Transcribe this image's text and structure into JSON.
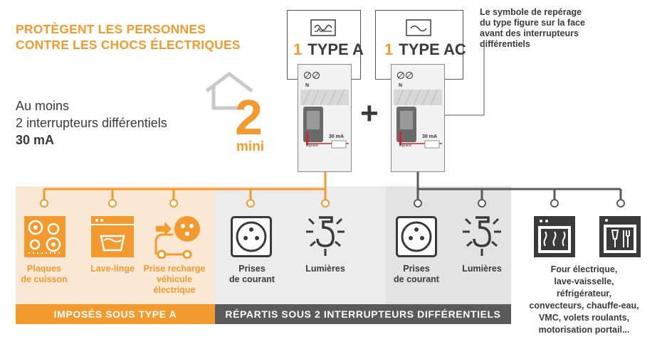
{
  "headline": {
    "line1": "PROTÈGENT LES PERSONNES",
    "line2": "CONTRE LES CHOCS ÉLECTRIQUES"
  },
  "subtitle": {
    "line1": "Au moins",
    "line2": "2 interrupteurs différentiels",
    "line3": "30 mA"
  },
  "count": {
    "number": "2",
    "unit": "mini"
  },
  "note": {
    "line1": "Le symbole de repérage",
    "line2": "du type figure sur la face",
    "line3": "avant des interrupteurs",
    "line4": "différentiels"
  },
  "breakers": [
    {
      "quantity": "1",
      "type": "TYPE A",
      "rating": "30 mA",
      "brand": "legrand",
      "neutral": "N"
    },
    {
      "quantity": "1",
      "type": "TYPE AC",
      "rating": "30 mA",
      "brand": "legrand",
      "neutral": "N"
    }
  ],
  "plus_sign": "+",
  "circuits_type_a": [
    {
      "icon": "cooktop-icon",
      "line1": "Plaques",
      "line2": "de cuisson",
      "line3": ""
    },
    {
      "icon": "washing-machine-icon",
      "line1": "Lave-linge",
      "line2": "",
      "line3": ""
    },
    {
      "icon": "ev-charger-icon",
      "line1": "Prise recharge",
      "line2": "véhicule",
      "line3": "électrique"
    }
  ],
  "circuits_shared_1": [
    {
      "icon": "socket-icon",
      "line1": "Prises",
      "line2": "de courant"
    },
    {
      "icon": "light-bulb-icon",
      "line1": "Lumières",
      "line2": ""
    }
  ],
  "circuits_shared_2": [
    {
      "icon": "socket-icon",
      "line1": "Prises",
      "line2": "de courant"
    },
    {
      "icon": "light-bulb-icon",
      "line1": "Lumières",
      "line2": ""
    }
  ],
  "other_circuits": {
    "icons": [
      "oven-icon",
      "dishwasher-icon"
    ],
    "line1": "Four électrique,",
    "line2": "lave-vaisselle,",
    "line3": "réfrigérateur,",
    "line4": "convecteurs, chauffe-eau,",
    "line5": "VMC, volets roulants,",
    "line6": "motorisation portail..."
  },
  "bars": {
    "type_a": "IMPOSÉS SOUS TYPE A",
    "shared": "RÉPARTIS SOUS 2 INTERRUPTEURS DIFFÉRENTIELS"
  },
  "colors": {
    "accent": "#f39a2e",
    "dark": "#3a3a3a",
    "grey_bar": "#5a5a5a",
    "light_orange": "#fbe8d4",
    "light_grey": "#ececec"
  }
}
